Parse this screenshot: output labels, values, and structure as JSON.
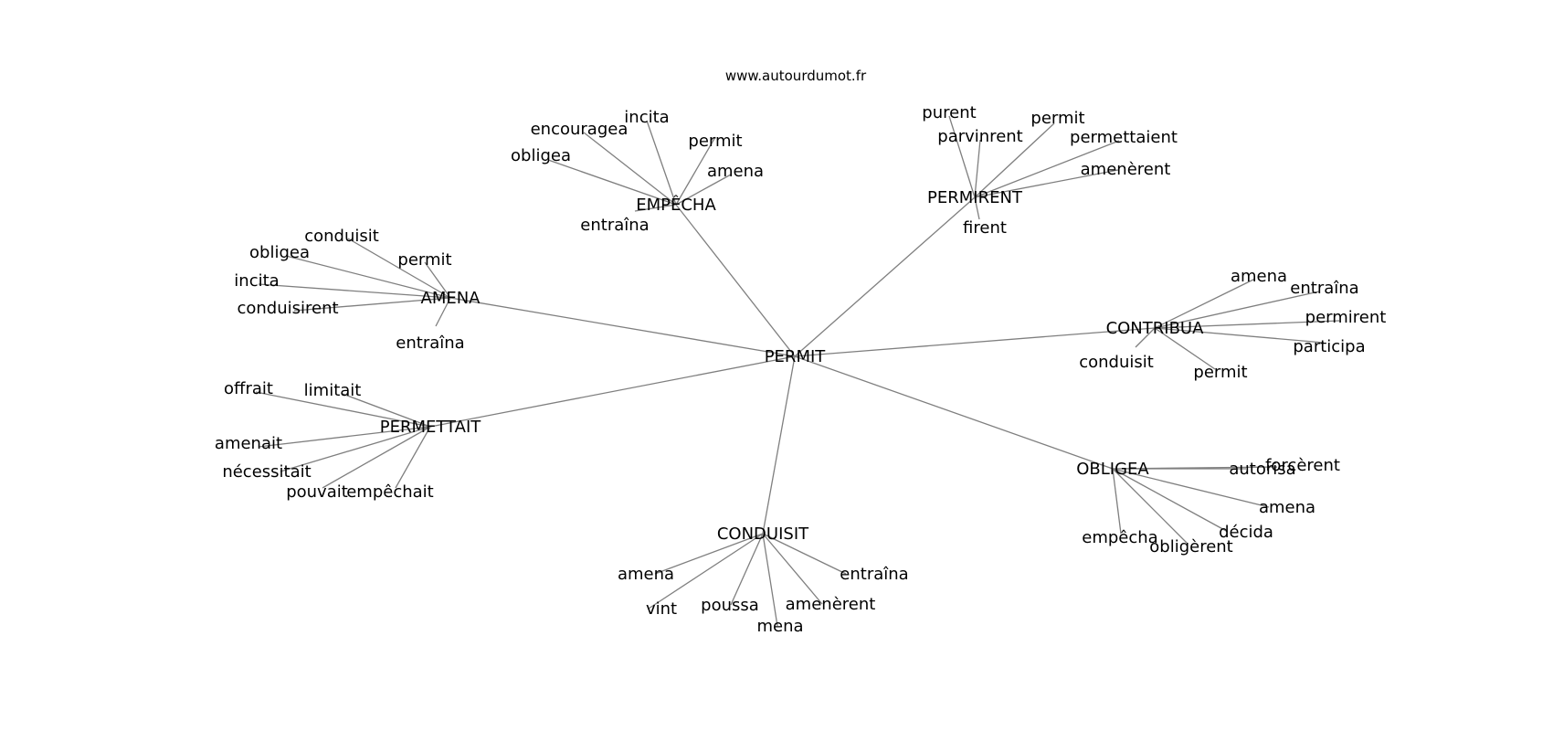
{
  "website": "www.autourdumot.fr",
  "center": "PERMIT",
  "clusters": [
    {
      "hub": "EMPÊCHA",
      "leaves": [
        "incita",
        "encouragea",
        "obligea",
        "permit",
        "amena",
        "entraîna"
      ]
    },
    {
      "hub": "PERMIRENT",
      "leaves": [
        "purent",
        "parvinrent",
        "permit",
        "permettaient",
        "amenèrent",
        "firent"
      ]
    },
    {
      "hub": "AMENA",
      "leaves": [
        "conduisit",
        "obligea",
        "permit",
        "incita",
        "conduisirent",
        "entraîna"
      ]
    },
    {
      "hub": "CONTRIBUA",
      "leaves": [
        "amena",
        "entraîna",
        "permirent",
        "participa",
        "conduisit",
        "permit"
      ]
    },
    {
      "hub": "PERMETTAIT",
      "leaves": [
        "offrait",
        "limitait",
        "amenait",
        "nécessitait",
        "pouvait",
        "empêchait"
      ]
    },
    {
      "hub": "OBLIGEA",
      "leaves": [
        "forcèrent",
        "autorisa",
        "amena",
        "décida",
        "empêcha",
        "obligèrent"
      ]
    },
    {
      "hub": "CONDUISIT",
      "leaves": [
        "amena",
        "entraîna",
        "vint",
        "poussa",
        "amenèrent",
        "mena"
      ]
    }
  ]
}
